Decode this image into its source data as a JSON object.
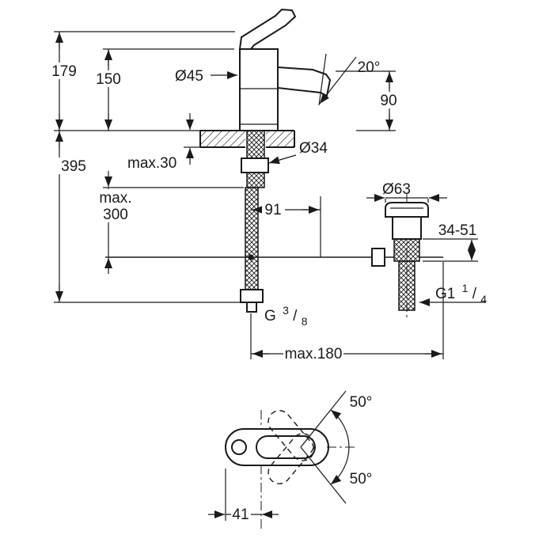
{
  "colors": {
    "ink": "#1a1a1a",
    "background": "#ffffff"
  },
  "drawing": {
    "side_view": {
      "total_height": "179",
      "body_height": "150",
      "base_diameter": "Ø45",
      "spout_angle": "20°",
      "spout_outlet_height": "90",
      "below_deck_height": "395",
      "deck_thickness_max": "max.30",
      "hole_diameter": "Ø34",
      "hose_length_max_line1": "max.",
      "hose_length_max_line2": "300",
      "rod_offset": "91",
      "reach_max": "max.180",
      "supply_thread": {
        "prefix": "G",
        "numerator": "3",
        "slash": "/",
        "denominator": "8"
      }
    },
    "waste_set": {
      "flange_diameter": "Ø63",
      "adjust_range": "34-51",
      "thread": {
        "prefix": "G1",
        "numerator": "1",
        "slash": "/",
        "denominator": "4"
      }
    },
    "plan_view": {
      "swivel_angle_up": "50°",
      "swivel_angle_down": "50°",
      "outlet_offset": "41"
    }
  }
}
